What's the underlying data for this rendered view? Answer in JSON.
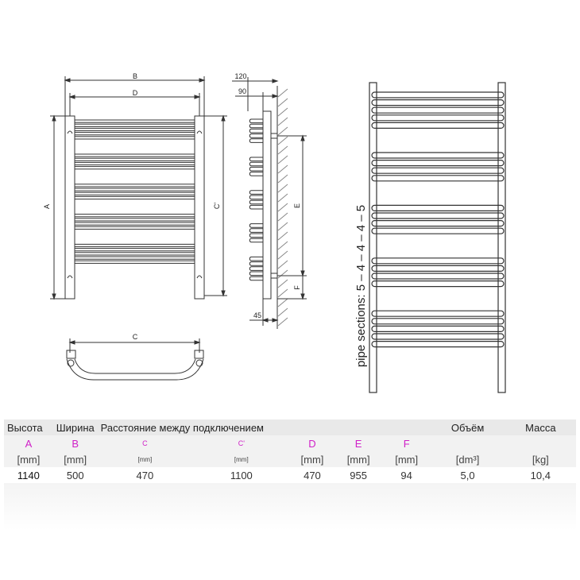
{
  "drawing": {
    "front": {
      "dim_b": "B",
      "dim_d": "D",
      "dim_a": "A",
      "dim_c1": "C'"
    },
    "side": {
      "dim_120": "120",
      "dim_90": "90",
      "dim_e": "E",
      "dim_f": "F",
      "dim_45": "45"
    },
    "top": {
      "dim_c": "C"
    },
    "sections": {
      "label": "pipe sections: 5 – 4 – 4 – 4 – 5"
    }
  },
  "specs": {
    "headers": {
      "height": "Высота",
      "width": "Ширина",
      "distance": "Расстояние между подключением",
      "volume": "Объём",
      "mass": "Масса"
    },
    "letters": [
      "A",
      "B",
      "C",
      "C'",
      "D",
      "E",
      "F"
    ],
    "units": [
      "[mm]",
      "[mm]",
      "[mm]",
      "[mm]",
      "[mm]",
      "[mm]",
      "[mm]",
      "[dm³]",
      "[kg]"
    ],
    "values": [
      "1140",
      "500",
      "470",
      "1100",
      "470",
      "955",
      "94",
      "5,0",
      "10,4"
    ]
  }
}
